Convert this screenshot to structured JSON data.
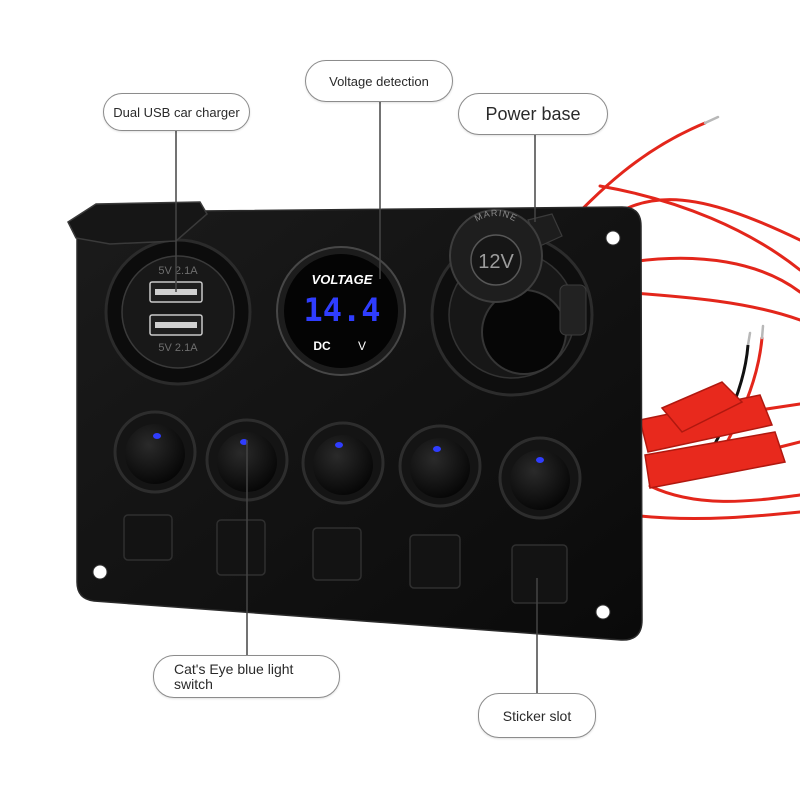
{
  "callouts": {
    "usb": "Dual USB car charger",
    "voltage": "Voltage detection",
    "power": "Power base",
    "switch": "Cat's Eye blue light switch",
    "sticker": "Sticker slot"
  },
  "panel": {
    "usb_top_rating": "5V 2.1A",
    "usb_bottom_rating": "5V 2.1A",
    "voltmeter_title": "VOLTAGE",
    "voltmeter_reading": "14.4",
    "voltmeter_dc": "DC",
    "voltmeter_unit": "V",
    "cap_brand": "MARINE",
    "cap_voltage": "12V"
  },
  "colors": {
    "indicator_blue": "#2f3dff",
    "wire_red": "#e3261b",
    "panel_black": "#121212"
  }
}
